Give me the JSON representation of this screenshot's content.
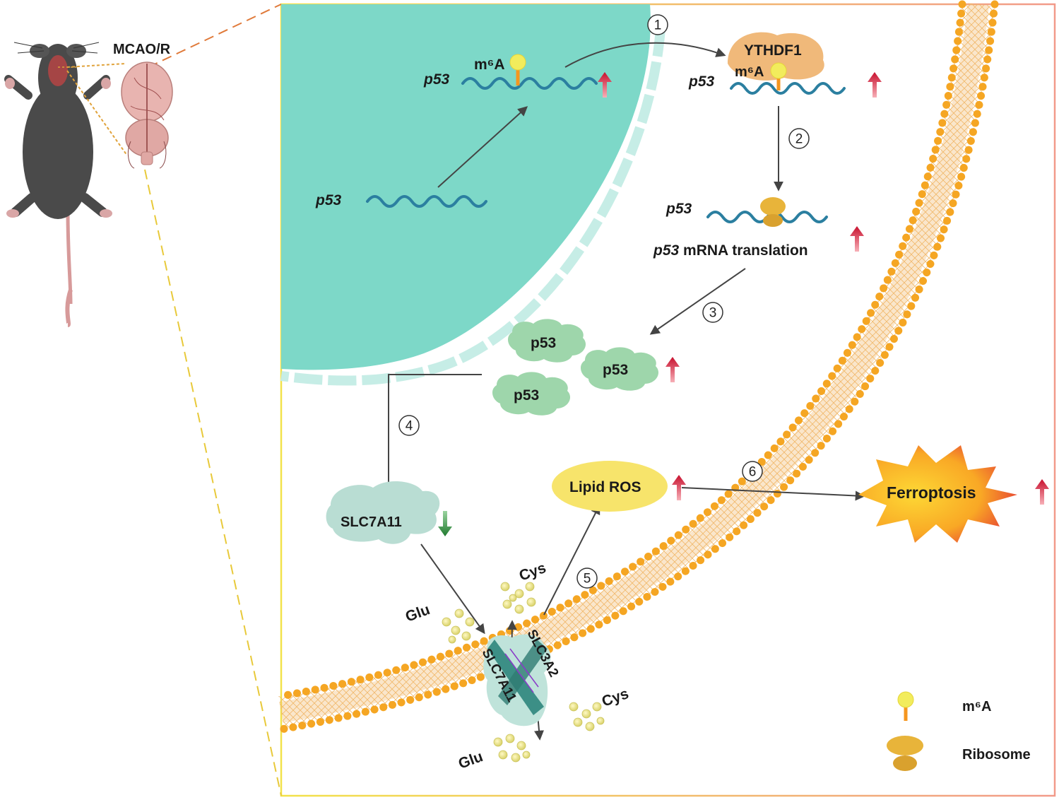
{
  "model_label": "MCAO/R",
  "gene": "p53",
  "m6a_label": "m⁶A",
  "ythdf1_label": "YTHDF1",
  "translation": {
    "gene": "p53",
    "rest": " mRNA translation"
  },
  "protein_label": "p53",
  "slc7a11_label": "SLC7A11",
  "transporter": {
    "left": "SLC7A11",
    "right": "SLC3A2"
  },
  "lipid_ros": "Lipid ROS",
  "ferroptosis": "Ferroptosis",
  "glu": "Glu",
  "cys": "Cys",
  "steps": [
    "1",
    "2",
    "3",
    "4",
    "5",
    "6"
  ],
  "legend": {
    "m6a": "m⁶A",
    "ribosome": "Ribosome"
  },
  "colors": {
    "nucleus": "#7dd8c8",
    "rna": "#2b7fa0",
    "membrane": "#f5a623",
    "up_arrow": "#c8102e",
    "down_arrow": "#2e8b3a",
    "protein": "#9ed6ab",
    "ribosome": "#e8b43a",
    "ythdf1": "#f0b97a",
    "lipid_ros": "#f7e46b"
  },
  "icons": [
    "mouse-illustration",
    "brain-illustration",
    "up-arrow-icon",
    "down-arrow-icon",
    "ferroptosis-burst-icon"
  ]
}
